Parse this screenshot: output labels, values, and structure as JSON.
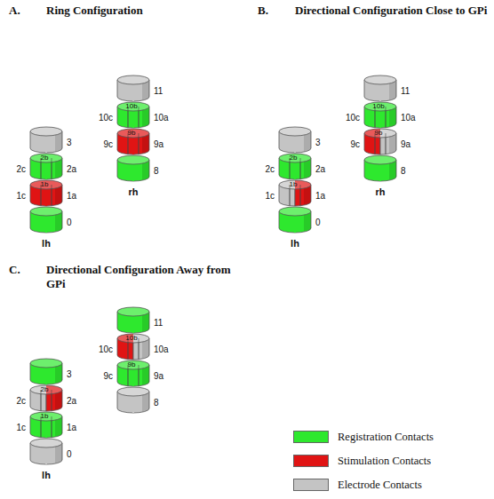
{
  "diagram": {
    "labels": [
      "A.",
      "Ring Configuration",
      "3",
      "2c",
      "2a",
      "2b",
      "1c",
      "1a",
      "1b",
      "0",
      "lh",
      "11",
      "10c",
      "10a",
      "10b",
      "9c",
      "9a",
      "9b",
      "8",
      "rh",
      "B.",
      "Directional Configuration Close to GPi",
      "3",
      "2c",
      "2a",
      "2b",
      "1c",
      "1a",
      "1b",
      "0",
      "lh",
      "11",
      "10c",
      "10a",
      "10b",
      "9c",
      "9a",
      "9b",
      "8",
      "rh",
      "C.",
      "Directional Configuration Away from GPi",
      "3",
      "2c",
      "2a",
      "2b",
      "1c",
      "1a",
      "1b",
      "0",
      "lh",
      "11",
      "10c",
      "10a",
      "10b",
      "9c",
      "9a",
      "9b",
      "8"
    ],
    "legend": [
      {
        "text": "Registration Contacts",
        "color": "#2ee82e"
      },
      {
        "text": "Stimulation Contacts",
        "color": "#e01414"
      },
      {
        "text": "Electrode Contacts",
        "color": "#c4c4c4"
      }
    ]
  }
}
